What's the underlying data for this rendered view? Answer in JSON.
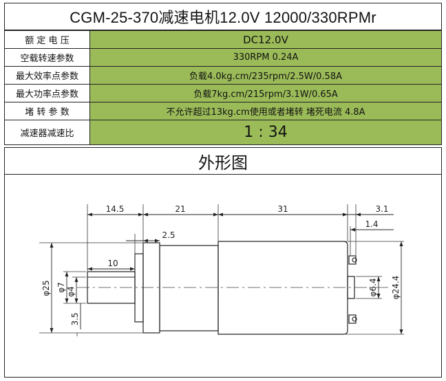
{
  "title": "CGM-25-370减速电机12.0V 12000/330RPMr",
  "specs": [
    {
      "label": "额 定 电 压",
      "value": "DC12.0V"
    },
    {
      "label": "空载转速参数",
      "value": "330RPM 0.24A"
    },
    {
      "label": "最大效率点参数",
      "value": "负载4.0kg.cm/235rpm/2.5W/0.58A"
    },
    {
      "label": "最大功率点参数",
      "value": "负载7kg.cm/215rpm/3.1W/0.65A"
    },
    {
      "label": "堵 转 参 数",
      "value": "不允许超过13kg.cm使用或者堵转  堵死电流 4.8A"
    },
    {
      "label": "减速器减速比",
      "value": "1 : 34"
    }
  ],
  "section_title": "外形图",
  "dimensions": {
    "d1": "14.5",
    "d2": "21",
    "d3": "31",
    "d4": "3.1",
    "d5": "1.4",
    "d6": "2.5",
    "d7": "10",
    "d8": "φ25",
    "d9": "φ7",
    "d10": "φ4",
    "d11": "3.5",
    "d12": "φ6.4",
    "d13": "φ24.4"
  }
}
